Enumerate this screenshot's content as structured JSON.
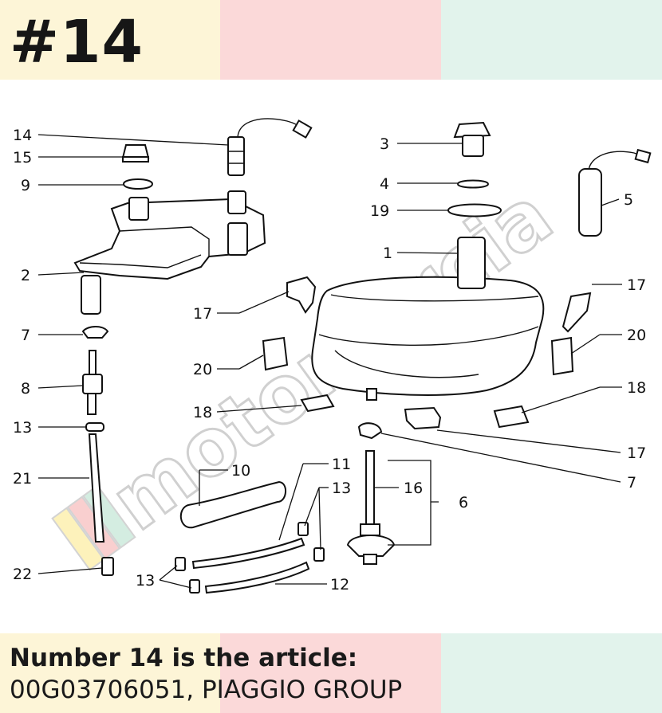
{
  "header": {
    "badge": "#14"
  },
  "diagram": {
    "watermark": "motomercia",
    "labels": {
      "l14": "14",
      "l15": "15",
      "l9": "9",
      "l2": "2",
      "l7a": "7",
      "l8": "8",
      "l13a": "13",
      "l21": "21",
      "l22": "22",
      "l3": "3",
      "l4": "4",
      "l19": "19",
      "l5": "5",
      "l1": "1",
      "l17a": "17",
      "l17b": "17",
      "l20a": "20",
      "l20b": "20",
      "l18a": "18",
      "l18b": "18",
      "l17c": "17",
      "l7b": "7",
      "l10": "10",
      "l11": "11",
      "l13b": "13",
      "l16": "16",
      "l6": "6",
      "l13c": "13",
      "l12": "12"
    }
  },
  "caption": {
    "line1": "Number 14 is the article:",
    "line2": "00G03706051, PIAGGIO GROUP"
  },
  "colors": {
    "yellow": "#fdf5d7",
    "pink": "#fbd9d9",
    "mint": "#e2f3ec",
    "text": "#161616"
  }
}
